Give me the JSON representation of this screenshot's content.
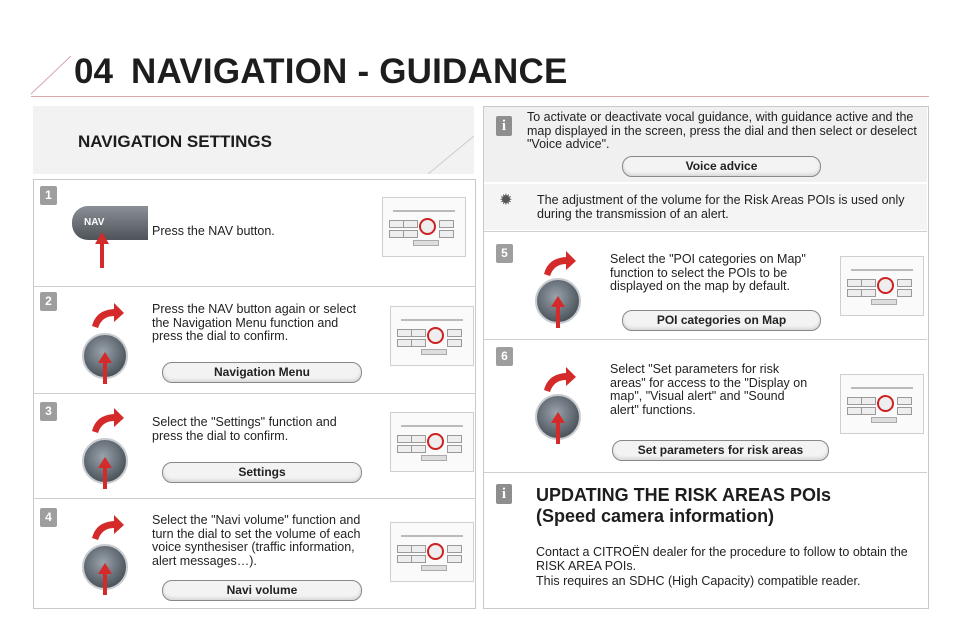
{
  "header": {
    "chapter_number": "04",
    "title": "NAVIGATION - GUIDANCE"
  },
  "left": {
    "section_title": "NAVIGATION SETTINGS",
    "steps": [
      {
        "number": "1",
        "text": "Press the NAV button.",
        "button_label": ""
      },
      {
        "number": "2",
        "text": "Press the NAV button again or select the Navigation Menu function and press the dial to confirm.",
        "button_label": "Navigation Menu"
      },
      {
        "number": "3",
        "text": "Select the \"Settings\" function and press the dial to confirm.",
        "button_label": "Settings"
      },
      {
        "number": "4",
        "text": "Select the \"Navi volume\" function and turn the dial to set the volume of each voice synthesiser (traffic information, alert messages…).",
        "button_label": "Navi volume"
      }
    ],
    "nav_key_label": "NAV"
  },
  "right": {
    "info1": "To activate or deactivate vocal guidance, with guidance active and the map displayed in the screen, press the dial and then select or deselect \"Voice advice\".",
    "voice_advice_label": "Voice advice",
    "tip": "The adjustment of the volume for the Risk Areas POIs is used only during the transmission of an alert.",
    "steps": [
      {
        "number": "5",
        "text": "Select the \"POI categories on Map\" function to select the POIs to be displayed on the map by default.",
        "button_label": "POI categories on Map"
      },
      {
        "number": "6",
        "text": "Select \"Set parameters for risk areas\" for access to the \"Display on map\", \"Visual alert\" and \"Sound alert\" functions.",
        "button_label": "Set parameters for risk areas"
      }
    ],
    "update_title_line1": "UPDATING THE RISK AREAS POIs",
    "update_title_line2": "(Speed camera information)",
    "update_text1": "Contact a CITROËN dealer for the procedure to follow to obtain the RISK AREA POIs.",
    "update_text2": "This requires an SDHC (High Capacity) compatible reader."
  },
  "icons": [
    "info-icon",
    "sun-icon",
    "dial-icon",
    "arrow-icon",
    "nav-button-icon",
    "radio-panel-icon"
  ],
  "colors": {
    "accent_red": "#d42a2a",
    "step_badge": "#9e9e9e",
    "border": "#c9c9c9"
  }
}
